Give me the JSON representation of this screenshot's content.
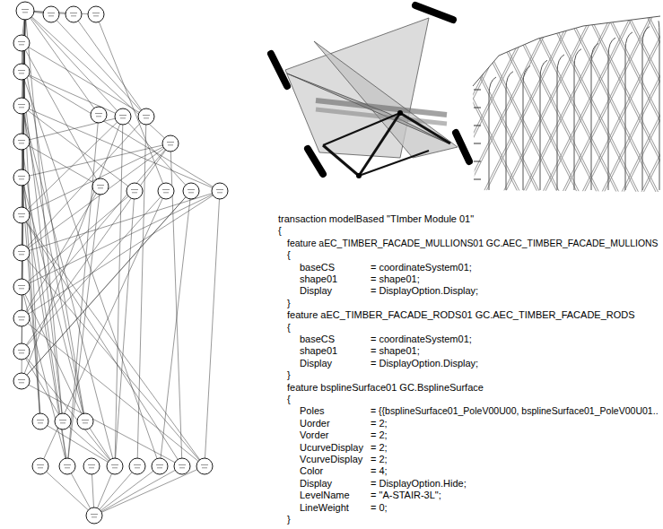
{
  "diagram": {
    "labels": [
      "transaction modelBased \"TImber Module 01\"",
      "{",
      "feature aEC_TIMBER_FACADE_MULLIONS01 GC.AEC_TIMBER_FACADE_MULLIONS",
      "{",
      "baseCS",
      "= coordinateSystem01;",
      "shape01",
      "= shape01;",
      "Display",
      "= DisplayOption.Display;",
      "}",
      "feature aEC_TIMBER_FACADE_RODS01 GC.AEC_TIMBER_FACADE_RODS",
      "{",
      "baseCS",
      "= coordinateSystem01;",
      "shape01",
      "= shape01;",
      "Display",
      "= DisplayOption.Display;",
      "}",
      "feature bsplineSurface01 GC.BsplineSurface",
      "{",
      "Poles",
      "= {{bsplineSurface01_PoleV00U00, bsplineSurface01_PoleV00U01..",
      "Uorder",
      "= 2;",
      "Vorder",
      "= 2;",
      "UcurveDisplay",
      "= 2;",
      "VcurveDisplay",
      "= 2;",
      "Color",
      "= 4;",
      "Display",
      "= DisplayOption.Hide;",
      "LevelName",
      "= \"A-STAIR-3L\";",
      "LineWeight",
      "= 0;",
      "}"
    ]
  }
}
